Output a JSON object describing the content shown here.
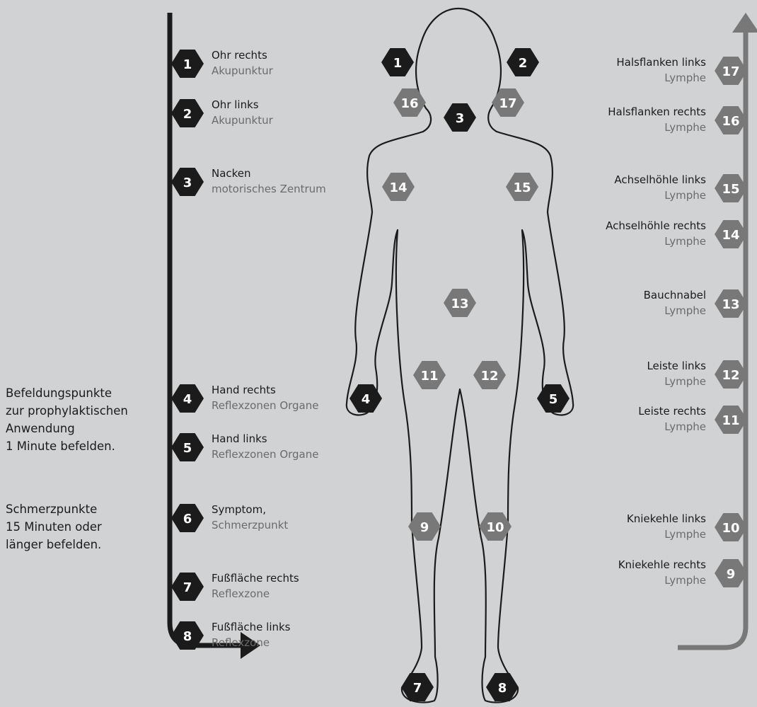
{
  "side_note": {
    "prophylactic": [
      "Befeldungspunkte",
      "zur prophylaktischen",
      "Anwendung",
      "1 Minute befelden."
    ],
    "pain": [
      "Schmerzpunkte",
      "15 Minuten oder",
      "länger befelden."
    ]
  },
  "colors": {
    "background": "#d1d2d3",
    "dark_badge": "#1b1b1b",
    "grey_badge": "#787878",
    "left_arrow": "#1b1b1b",
    "right_arrow": "#787878",
    "subtitle": "#6b6b6b"
  },
  "left_list": [
    {
      "num": "1",
      "title": "Ohr rechts",
      "sub": "Akupunktur"
    },
    {
      "num": "2",
      "title": "Ohr links",
      "sub": "Akupunktur"
    },
    {
      "num": "3",
      "title": "Nacken",
      "sub": "motorisches Zentrum"
    },
    {
      "num": "4",
      "title": "Hand rechts",
      "sub": "Reflexzonen Organe"
    },
    {
      "num": "5",
      "title": "Hand links",
      "sub": "Reflexzonen Organe"
    },
    {
      "num": "6",
      "title": "Symptom,",
      "sub": "Schmerzpunkt"
    },
    {
      "num": "7",
      "title": "Fußfläche rechts",
      "sub": "Reflexzone"
    },
    {
      "num": "8",
      "title": "Fußfläche links",
      "sub": "Reflexzone"
    }
  ],
  "right_list": [
    {
      "num": "17",
      "title": "Halsflanken links",
      "sub": "Lymphe"
    },
    {
      "num": "16",
      "title": "Halsflanken rechts",
      "sub": "Lymphe"
    },
    {
      "num": "15",
      "title": "Achselhöhle links",
      "sub": "Lymphe"
    },
    {
      "num": "14",
      "title": "Achselhöhle rechts",
      "sub": "Lymphe"
    },
    {
      "num": "13",
      "title": "Bauchnabel",
      "sub": "Lymphe"
    },
    {
      "num": "12",
      "title": "Leiste links",
      "sub": "Lymphe"
    },
    {
      "num": "11",
      "title": "Leiste rechts",
      "sub": "Lymphe"
    },
    {
      "num": "10",
      "title": "Kniekehle links",
      "sub": "Lymphe"
    },
    {
      "num": "9",
      "title": "Kniekehle rechts",
      "sub": "Lymphe"
    }
  ],
  "body_points": [
    {
      "num": "1",
      "tone": "dark"
    },
    {
      "num": "2",
      "tone": "dark"
    },
    {
      "num": "3",
      "tone": "dark"
    },
    {
      "num": "4",
      "tone": "dark"
    },
    {
      "num": "5",
      "tone": "dark"
    },
    {
      "num": "7",
      "tone": "dark"
    },
    {
      "num": "8",
      "tone": "dark"
    },
    {
      "num": "9",
      "tone": "grey"
    },
    {
      "num": "10",
      "tone": "grey"
    },
    {
      "num": "11",
      "tone": "grey"
    },
    {
      "num": "12",
      "tone": "grey"
    },
    {
      "num": "13",
      "tone": "grey"
    },
    {
      "num": "14",
      "tone": "grey"
    },
    {
      "num": "15",
      "tone": "grey"
    },
    {
      "num": "16",
      "tone": "grey"
    },
    {
      "num": "17",
      "tone": "grey"
    }
  ]
}
